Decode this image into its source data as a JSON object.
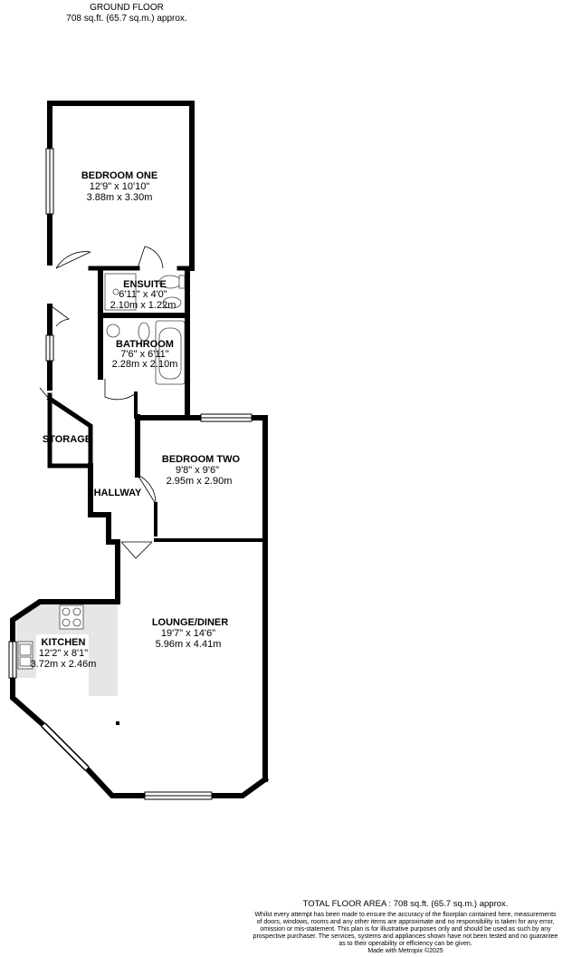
{
  "header": {
    "floor": "GROUND FLOOR",
    "area": "708 sq.ft. (65.7 sq.m.) approx."
  },
  "rooms": {
    "bedroom_one": {
      "name": "BEDROOM ONE",
      "imperial": "12'9\"  x 10'10\"",
      "metric": "3.88m  x 3.30m"
    },
    "ensuite": {
      "name": "ENSUITE",
      "imperial": "6'11\"  x 4'0\"",
      "metric": "2.10m  x 1.22m"
    },
    "bathroom": {
      "name": "BATHROOM",
      "imperial": "7'6\"  x 6'11\"",
      "metric": "2.28m  x 2.10m"
    },
    "storage": {
      "name": "STORAGE"
    },
    "bedroom_two": {
      "name": "BEDROOM TWO",
      "imperial": "9'8\"  x 9'6\"",
      "metric": "2.95m  x 2.90m"
    },
    "hallway": {
      "name": "HALLWAY"
    },
    "lounge": {
      "name": "LOUNGE/DINER",
      "imperial": "19'7\"  x 14'6\"",
      "metric": "5.96m  x 4.41m"
    },
    "kitchen": {
      "name": "KITCHEN",
      "imperial": "12'2\"  x 8'1\"",
      "metric": "3.72m  x 2.46m"
    }
  },
  "footer": {
    "total": "TOTAL FLOOR AREA : 708 sq.ft. (65.7 sq.m.) approx.",
    "disclaimer_1": "Whilst every attempt has been made to ensure the accuracy of the floorplan contained here, measurements",
    "disclaimer_2": "of doors, windows, rooms and any other items are approximate and no responsibility is taken for any error,",
    "disclaimer_3": "omission or mis-statement. This plan is for illustrative purposes only and should be used as such by any",
    "disclaimer_4": "prospective purchaser. The services, systems and appliances shown have not been tested and no guarantee",
    "disclaimer_5": "as to their operability or efficiency can be given.",
    "credit": "Made with Metropix ©2025"
  },
  "colors": {
    "wall": "#000000",
    "fixture": "#555555",
    "shade": "#cccccc"
  }
}
